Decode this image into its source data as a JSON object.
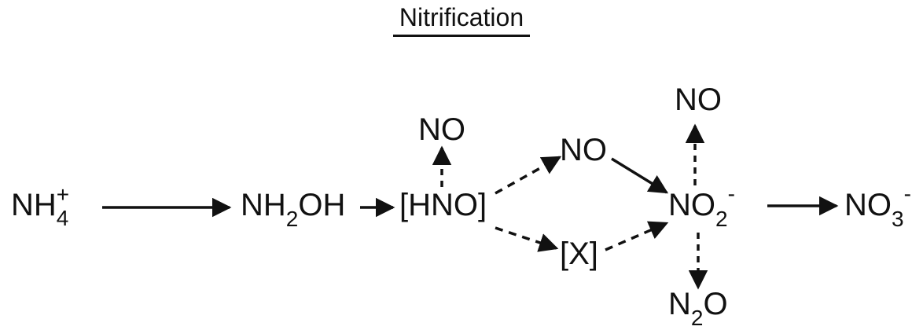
{
  "title": "Nitrification",
  "species": {
    "ammonium": {
      "main": "NH",
      "sub": "4",
      "sup": "+"
    },
    "hydroxylamine": {
      "main_a": "NH",
      "sub": "2",
      "main_b": "OH"
    },
    "nitroxyl": {
      "label": "[HNO]"
    },
    "no_from_hno": {
      "label": "NO"
    },
    "no_middle": {
      "label": "NO"
    },
    "intermediate_x": {
      "label": "[X]"
    },
    "nitrite": {
      "main": "NO",
      "sub": "2",
      "sup": "-"
    },
    "no_from_nitrite": {
      "label": "NO"
    },
    "nitrous_oxide": {
      "main_a": "N",
      "sub": "2",
      "main_b": "O"
    },
    "nitrate": {
      "main": "NO",
      "sub": "3",
      "sup": "-"
    }
  },
  "arrows": [
    {
      "from": "ammonium",
      "to": "hydroxylamine",
      "style": "solid"
    },
    {
      "from": "hydroxylamine",
      "to": "nitroxyl",
      "style": "solid"
    },
    {
      "from": "nitroxyl",
      "to": "no_from_hno",
      "style": "dashed"
    },
    {
      "from": "nitroxyl",
      "to": "no_middle",
      "style": "dashed"
    },
    {
      "from": "nitroxyl",
      "to": "intermediate_x",
      "style": "dashed"
    },
    {
      "from": "no_middle",
      "to": "nitrite",
      "style": "solid"
    },
    {
      "from": "intermediate_x",
      "to": "nitrite",
      "style": "dashed"
    },
    {
      "from": "nitrite",
      "to": "no_from_nitrite",
      "style": "dashed"
    },
    {
      "from": "nitrite",
      "to": "nitrous_oxide",
      "style": "dashed"
    },
    {
      "from": "nitrite",
      "to": "nitrate",
      "style": "solid"
    }
  ],
  "colors": {
    "ink": "#111111",
    "background": "#ffffff"
  }
}
